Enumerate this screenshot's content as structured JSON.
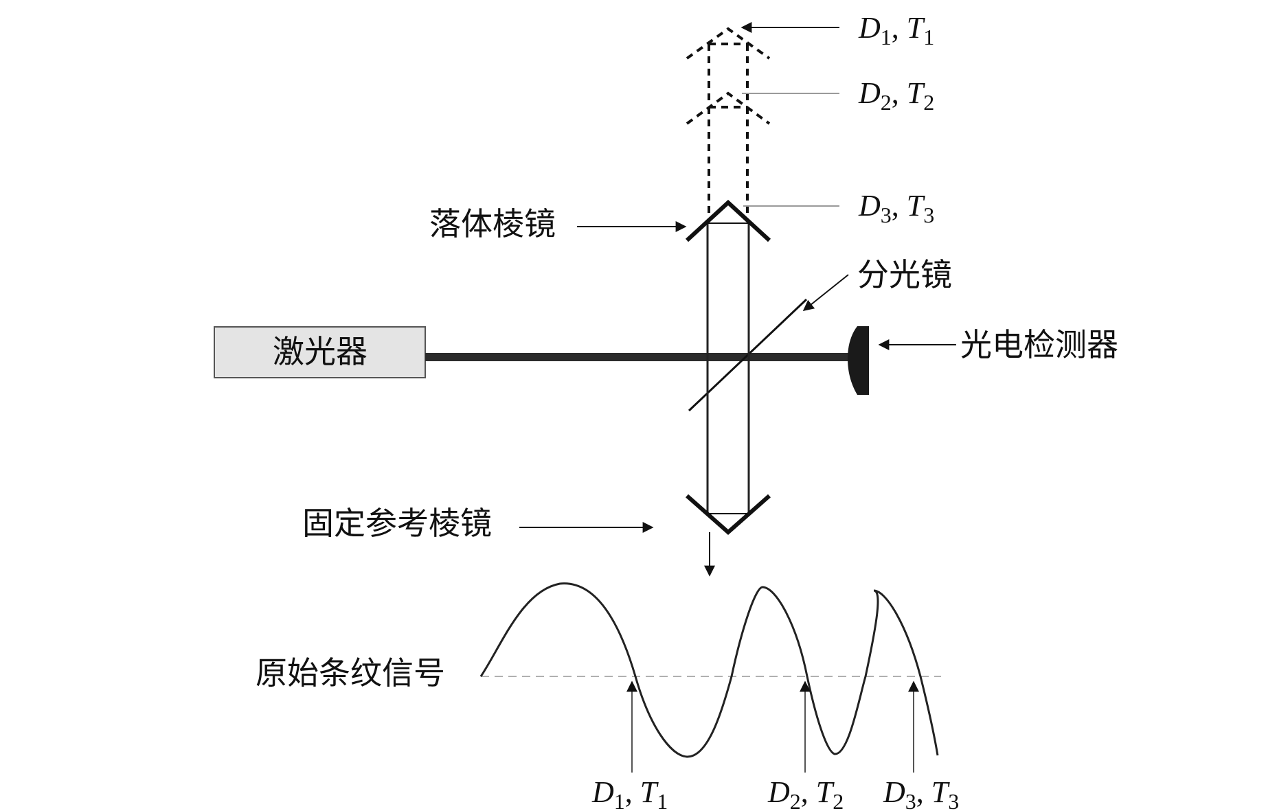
{
  "labels": {
    "laser": "激光器",
    "falling_prism": "落体棱镜",
    "beam_splitter": "分光镜",
    "photodetector": "光电检测器",
    "reference_prism": "固定参考棱镜",
    "fringe_signal": "原始条纹信号"
  },
  "positions_top": [
    {
      "d": "D",
      "d_sub": "1",
      "sep": ", ",
      "t": "T",
      "t_sub": "1"
    },
    {
      "d": "D",
      "d_sub": "2",
      "sep": ", ",
      "t": "T",
      "t_sub": "2"
    },
    {
      "d": "D",
      "d_sub": "3",
      "sep": ", ",
      "t": "T",
      "t_sub": "3"
    }
  ],
  "positions_bottom": [
    {
      "d": "D",
      "d_sub": "1",
      "sep": ", ",
      "t": "T",
      "t_sub": "1"
    },
    {
      "d": "D",
      "d_sub": "2",
      "sep": ", ",
      "t": "T",
      "t_sub": "2"
    },
    {
      "d": "D",
      "d_sub": "3",
      "sep": ", ",
      "t": "T",
      "t_sub": "3"
    }
  ],
  "colors": {
    "line": "#111111",
    "beam": "#2b2b2b",
    "laser_fill": "#e4e4e4",
    "detector": "#1a1a1a",
    "pointer": "#9a9a9a",
    "baseline": "#b0b0b0"
  }
}
